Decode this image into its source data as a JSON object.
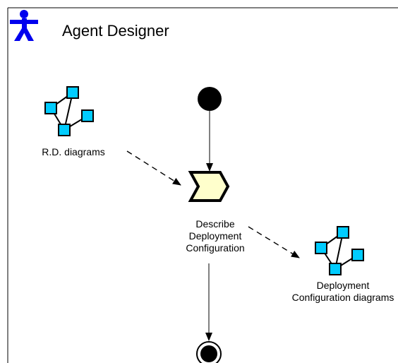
{
  "lane": {
    "role_icon": "actor-role-icon",
    "title": "Agent Designer"
  },
  "nodes": {
    "initial": {
      "icon": "initial-node-icon"
    },
    "rd_diagrams": {
      "icon": "diagram-artifact-icon",
      "label": "R.D. diagrams"
    },
    "describe_activity": {
      "icon": "activity-step-icon",
      "label_lines": [
        "Describe",
        "Deployment",
        "Configuration"
      ]
    },
    "deployment_diagrams": {
      "icon": "diagram-artifact-icon",
      "label_lines": [
        "Deployment",
        "Configuration diagrams"
      ]
    },
    "final": {
      "icon": "final-node-icon"
    }
  },
  "colors": {
    "actor": "#0000ee",
    "artifact_fill": "#00ccff",
    "activity_fill": "#ffffcc",
    "stroke": "#000000",
    "background": "#ffffff"
  }
}
